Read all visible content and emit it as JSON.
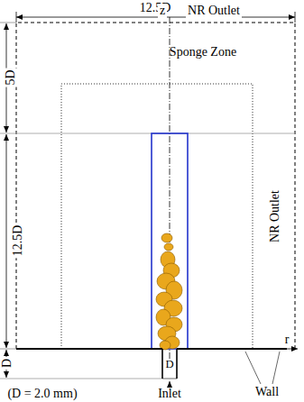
{
  "diagram": {
    "labels": [
      "12.5D",
      "z",
      "NR Outlet",
      "Sponge Zone",
      "5D",
      "12.5D",
      "NR Outlet",
      "D",
      "r",
      "D",
      "(D = 2.0 mm)",
      "Inlet",
      "Wall"
    ]
  }
}
